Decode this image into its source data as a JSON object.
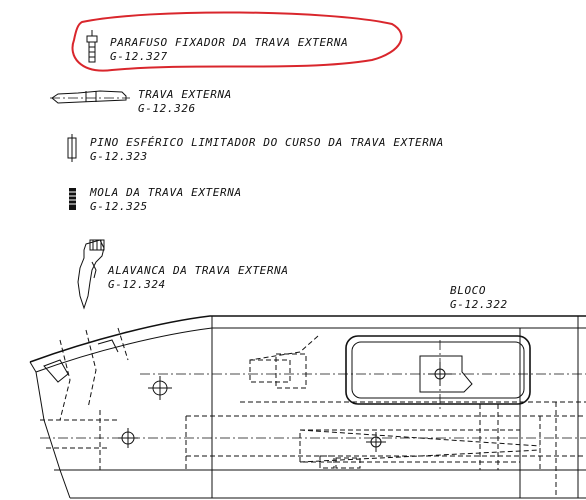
{
  "highlight_color": "#d9262c",
  "parts": [
    {
      "name": "PARAFUSO FIXADOR DA TRAVA EXTERNA",
      "code": "G-12.327",
      "icon": "screw-icon",
      "highlighted": true
    },
    {
      "name": "TRAVA EXTERNA",
      "code": "G-12.326",
      "icon": "latch-icon",
      "highlighted": false
    },
    {
      "name": "PINO ESFÉRICO LIMITADOR DO CURSO DA TRAVA EXTERNA",
      "code": "G-12.323",
      "icon": "pin-icon",
      "highlighted": false
    },
    {
      "name": "MOLA DA TRAVA EXTERNA",
      "code": "G-12.325",
      "icon": "spring-icon",
      "highlighted": false
    },
    {
      "name": "ALAVANCA DA TRAVA EXTERNA",
      "code": "G-12.324",
      "icon": "lever-icon",
      "highlighted": false
    }
  ],
  "assembly": {
    "name": "BLOCO",
    "code": "G-12.322"
  }
}
